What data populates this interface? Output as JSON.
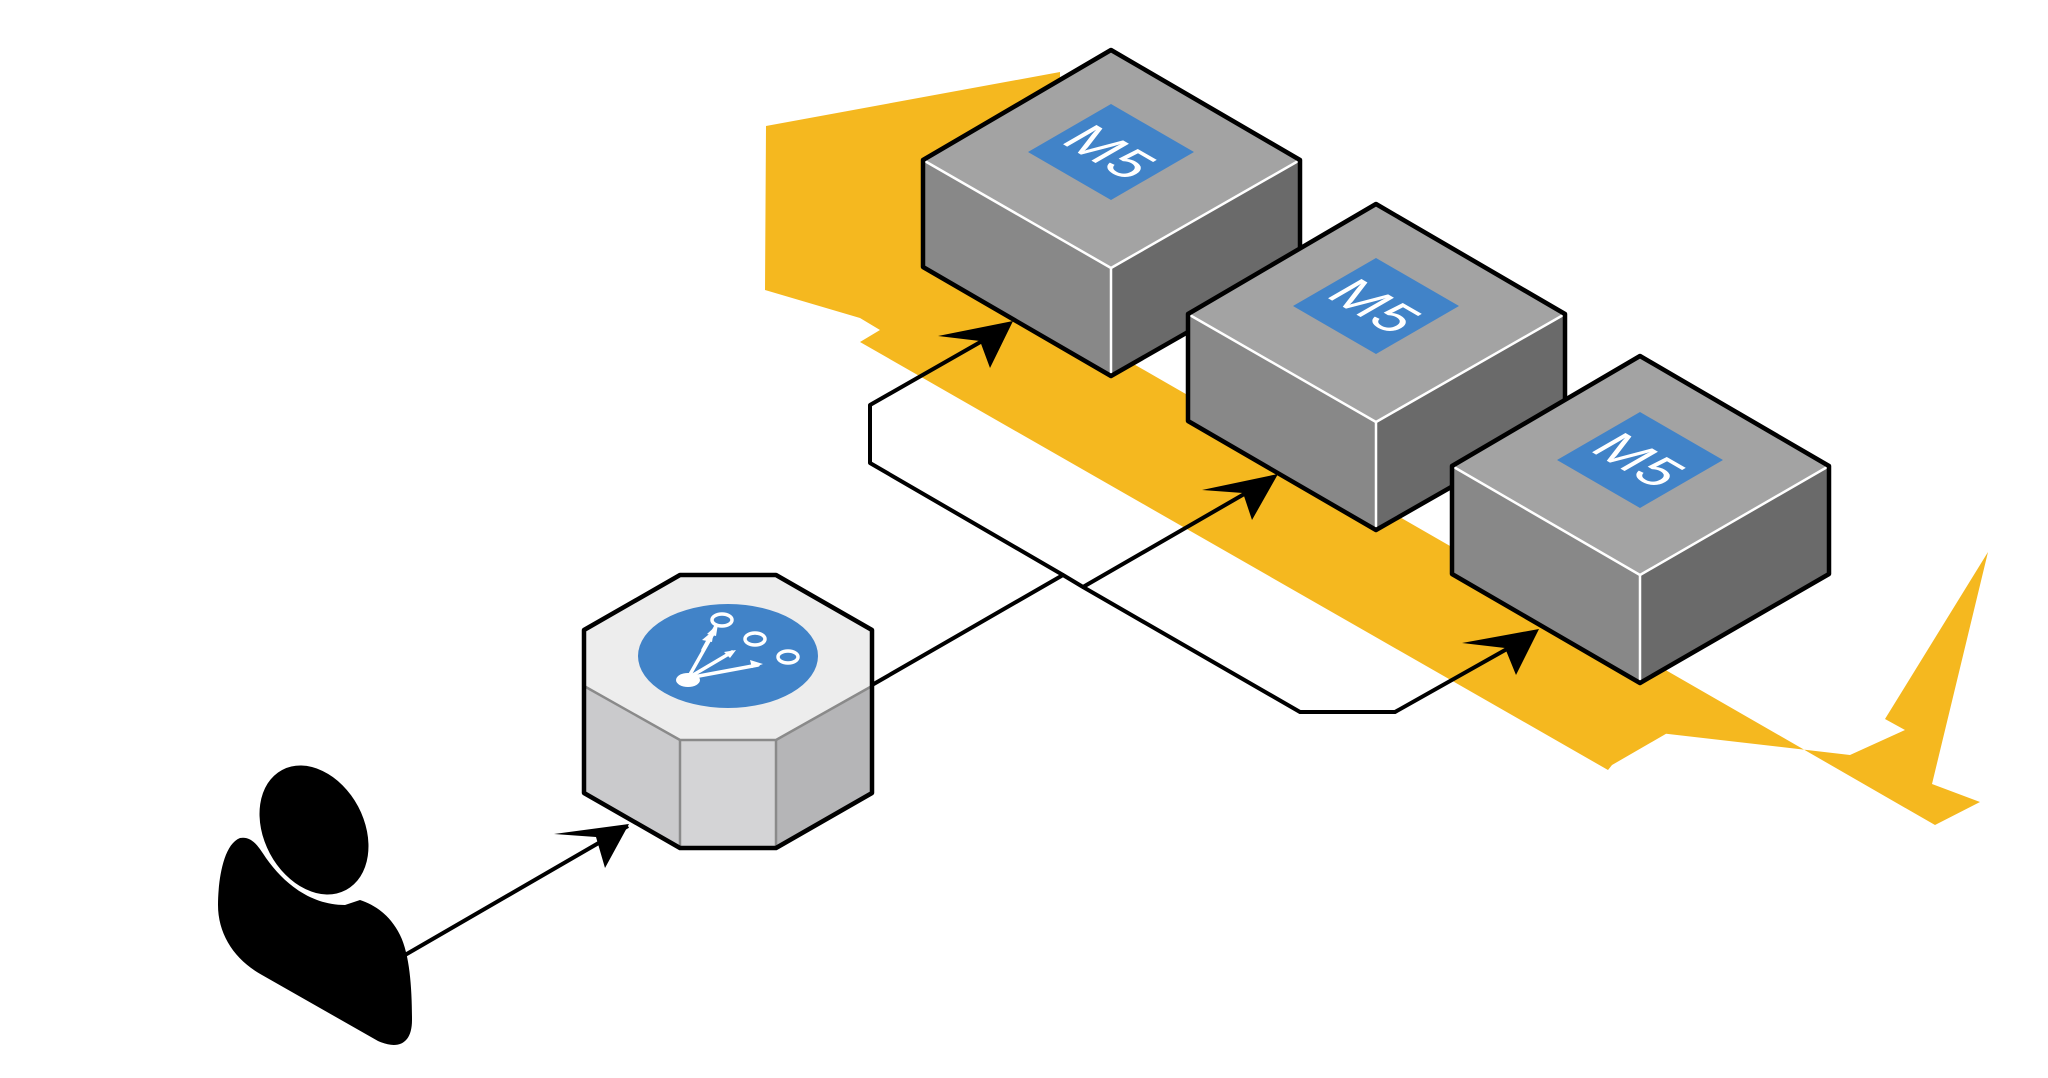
{
  "diagram": {
    "instances": [
      {
        "label": "M5"
      },
      {
        "label": "M5"
      },
      {
        "label": "M5"
      }
    ]
  },
  "colors": {
    "background": "#ffffff",
    "band": "#F5B81F",
    "box_top": "#A3A3A3",
    "box_left": "#888888",
    "box_right": "#6A6A6A",
    "badge": "#4183C8",
    "hex_top": "#EDEDED",
    "hex_left": "#CACACC",
    "hex_mid": "#D4D4D6",
    "hex_right": "#B5B5B7",
    "stroke": "#000000"
  },
  "icons": {
    "user": "user-icon",
    "load_balancer": "load-balancer-icon"
  }
}
